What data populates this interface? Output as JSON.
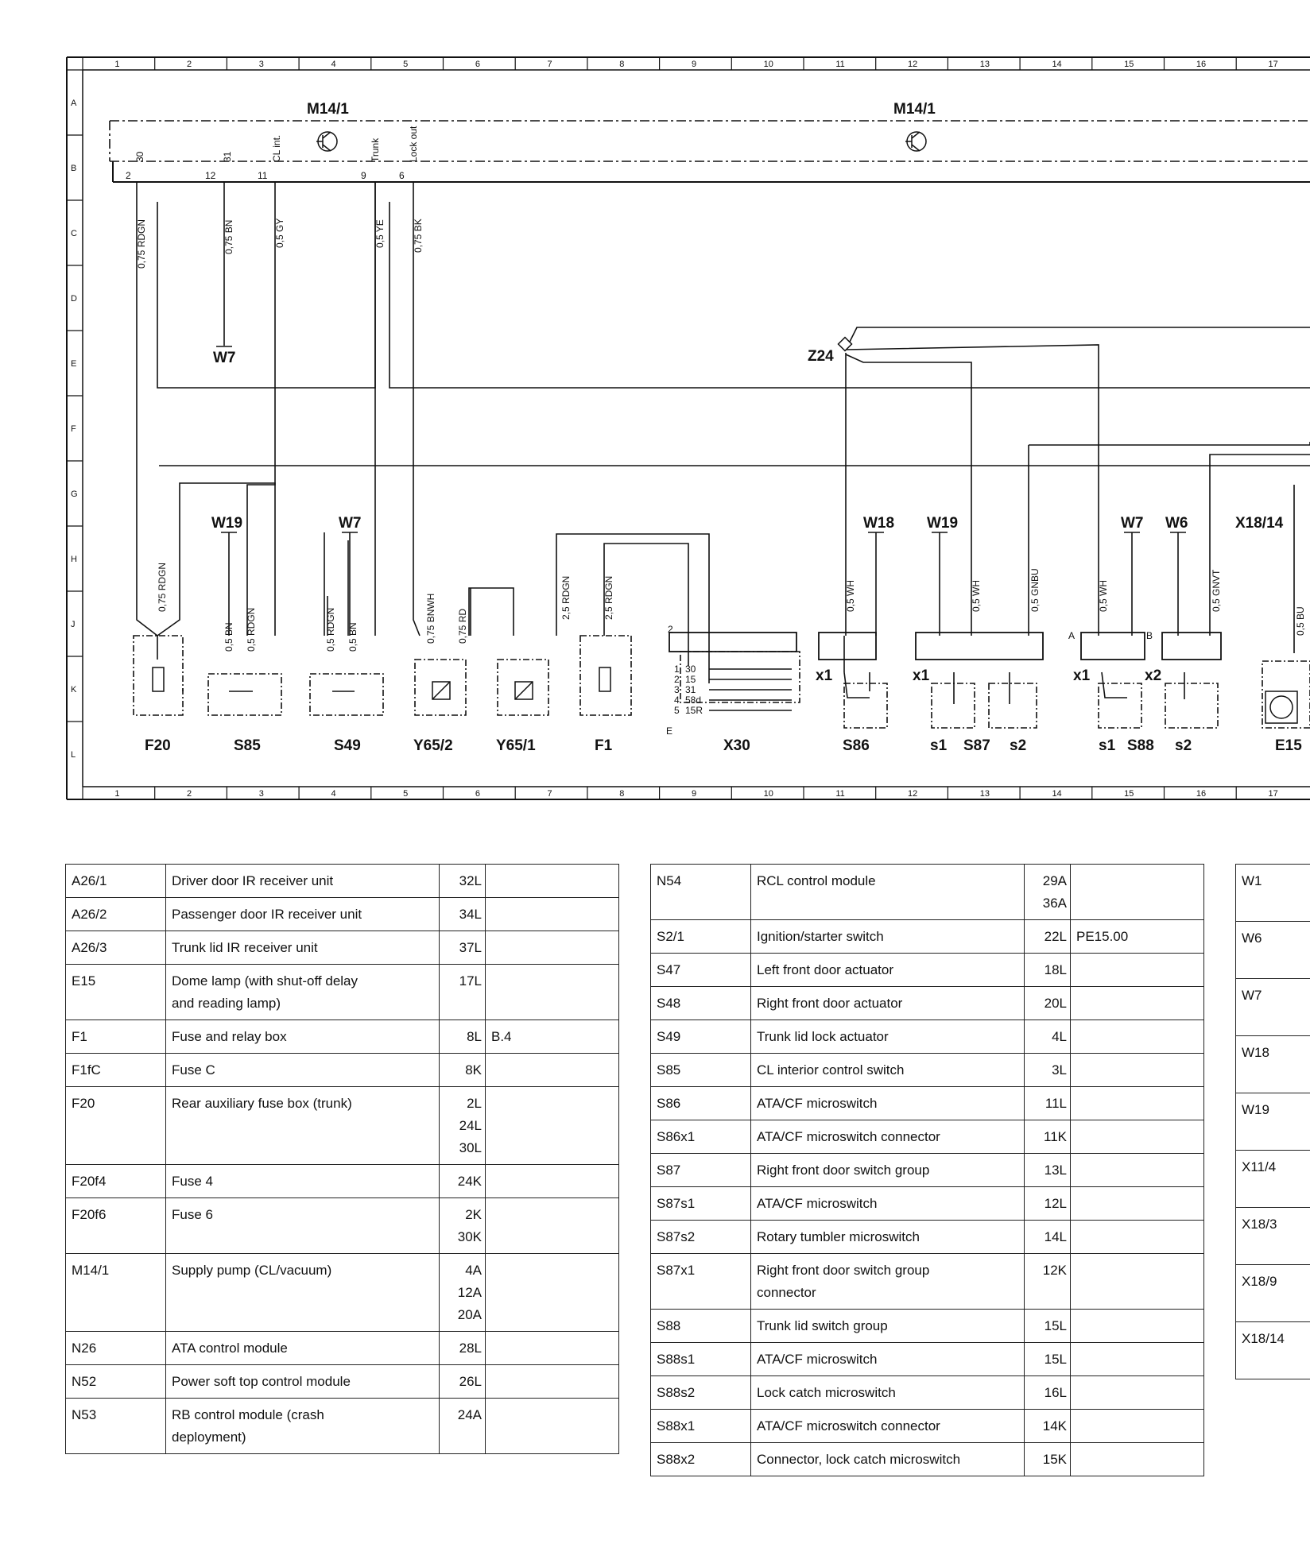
{
  "diagram": {
    "grid_columns": [
      "1",
      "2",
      "3",
      "4",
      "5",
      "6",
      "7",
      "8",
      "9",
      "10",
      "11",
      "12",
      "13",
      "14",
      "15",
      "16",
      "17"
    ],
    "grid_rows": [
      "A",
      "B",
      "C",
      "D",
      "E",
      "F",
      "G",
      "H",
      "J",
      "K",
      "L"
    ],
    "components": {
      "m14_left": "M14/1",
      "m14_right": "M14/1",
      "w7_top": "W7",
      "z24": "Z24",
      "w19_a": "W19",
      "w7_b": "W7",
      "w18": "W18",
      "w19_b": "W19",
      "w7_c": "W7",
      "w6": "W6",
      "x18_14": "X18/14",
      "f20": "F20",
      "s85": "S85",
      "s49": "S49",
      "y65_2": "Y65/2",
      "y65_1": "Y65/1",
      "f1": "F1",
      "x30": "X30",
      "s86": "S86",
      "s87_s1": "s1",
      "s87": "S87",
      "s87_s2": "s2",
      "s88_s1": "s1",
      "s88": "S88",
      "s88_s2": "s2",
      "e15": "E15",
      "x1_a": "x1",
      "x1_b": "x1",
      "x1_c": "x1",
      "x2": "x2",
      "conn_a": "A",
      "conn_b": "B",
      "conn_e": "E"
    },
    "module_pins": {
      "p30": "30",
      "p31": "31",
      "p_cl_int": "CL int.",
      "p_trunk": "Trunk",
      "p_lock_out": "Lock out",
      "n2": "2",
      "n12": "12",
      "n11": "11",
      "n9": "9",
      "n6": "6"
    },
    "wires": {
      "w1": "0,75 RDGN",
      "w2": "0,75 BN",
      "w3": "0,5 GY",
      "w4": "0,5 YE",
      "w5": "0,75 BK",
      "w6": "0,75 RDGN",
      "w7": "0,5 BN",
      "w8": "0,5 RDGN",
      "w9": "0,5 RDGN",
      "w10": "0,5 BN",
      "w11": "0,75 BNWH",
      "w12": "0,75 RD",
      "w13": "2,5 RDGN",
      "w14": "2,5 RDGN",
      "w15": "0,5 WH",
      "w16": "0,5 WH",
      "w17": "0,5 GNBU",
      "w18": "0,5 WH",
      "w19": "0,5 GNVT",
      "w20": "0,5 BU"
    },
    "x30_pins": [
      "30",
      "15",
      "31",
      "58d",
      "15R"
    ],
    "x30_pin_nums": [
      "1",
      "2",
      "3",
      "4",
      "5"
    ],
    "x30_top": "2"
  },
  "legend": {
    "table1": [
      {
        "code": "A26/1",
        "desc": "Driver door IR receiver unit",
        "pos": "32L",
        "ref": ""
      },
      {
        "code": "A26/2",
        "desc": "Passenger door IR receiver unit",
        "pos": "34L",
        "ref": ""
      },
      {
        "code": "A26/3",
        "desc": "Trunk lid IR receiver unit",
        "pos": "37L",
        "ref": ""
      },
      {
        "code": "E15",
        "desc": "Dome lamp (with shut-off delay\nand reading lamp)",
        "pos": "17L",
        "ref": ""
      },
      {
        "code": "F1",
        "desc": "Fuse and relay box",
        "pos": "8L",
        "ref": "B.4"
      },
      {
        "code": "F1fC",
        "desc": "Fuse C",
        "pos": "8K",
        "ref": ""
      },
      {
        "code": "F20",
        "desc": "Rear auxiliary fuse box (trunk)",
        "pos": "2L\n24L\n30L",
        "ref": ""
      },
      {
        "code": "F20f4",
        "desc": "Fuse 4",
        "pos": "24K",
        "ref": ""
      },
      {
        "code": "F20f6",
        "desc": "Fuse 6",
        "pos": "2K\n30K",
        "ref": ""
      },
      {
        "code": "M14/1",
        "desc": "Supply pump (CL/vacuum)",
        "pos": "4A\n12A\n20A",
        "ref": ""
      },
      {
        "code": "N26",
        "desc": "ATA control module",
        "pos": "28L",
        "ref": ""
      },
      {
        "code": "N52",
        "desc": "Power soft top control module",
        "pos": "26L",
        "ref": ""
      },
      {
        "code": "N53",
        "desc": "RB control module (crash\ndeployment)",
        "pos": "24A",
        "ref": ""
      }
    ],
    "table2": [
      {
        "code": "N54",
        "desc": "RCL control module",
        "pos": "29A\n36A",
        "ref": ""
      },
      {
        "code": "S2/1",
        "desc": "Ignition/starter switch",
        "pos": "22L",
        "ref": "PE15.00"
      },
      {
        "code": "S47",
        "desc": "Left front door actuator",
        "pos": "18L",
        "ref": ""
      },
      {
        "code": "S48",
        "desc": "Right front door actuator",
        "pos": "20L",
        "ref": ""
      },
      {
        "code": "S49",
        "desc": "Trunk lid lock actuator",
        "pos": "4L",
        "ref": ""
      },
      {
        "code": "S85",
        "desc": "CL interior control switch",
        "pos": "3L",
        "ref": ""
      },
      {
        "code": "S86",
        "desc": "ATA/CF microswitch",
        "pos": "11L",
        "ref": ""
      },
      {
        "code": "S86x1",
        "desc": "ATA/CF microswitch connector",
        "pos": "11K",
        "ref": ""
      },
      {
        "code": "S87",
        "desc": "Right front door switch group",
        "pos": "13L",
        "ref": ""
      },
      {
        "code": "S87s1",
        "desc": "ATA/CF microswitch",
        "pos": "12L",
        "ref": ""
      },
      {
        "code": "S87s2",
        "desc": "Rotary tumbler microswitch",
        "pos": "14L",
        "ref": ""
      },
      {
        "code": "S87x1",
        "desc": "Right front door switch group\nconnector",
        "pos": "12K",
        "ref": ""
      },
      {
        "code": "S88",
        "desc": "Trunk lid switch group",
        "pos": "15L",
        "ref": ""
      },
      {
        "code": "S88s1",
        "desc": "ATA/CF microswitch",
        "pos": "15L",
        "ref": ""
      },
      {
        "code": "S88s2",
        "desc": "Lock catch microswitch",
        "pos": "16L",
        "ref": ""
      },
      {
        "code": "S88x1",
        "desc": "ATA/CF microswitch connector",
        "pos": "14K",
        "ref": ""
      },
      {
        "code": "S88x2",
        "desc": "Connector, lock catch microswitch",
        "pos": "15K",
        "ref": ""
      }
    ],
    "table3": [
      {
        "code": "W1"
      },
      {
        "code": "W6"
      },
      {
        "code": "W7"
      },
      {
        "code": "W18"
      },
      {
        "code": "W19"
      },
      {
        "code": "X11/4"
      },
      {
        "code": "X18/3"
      },
      {
        "code": "X18/9"
      },
      {
        "code": "X18/14"
      }
    ]
  }
}
